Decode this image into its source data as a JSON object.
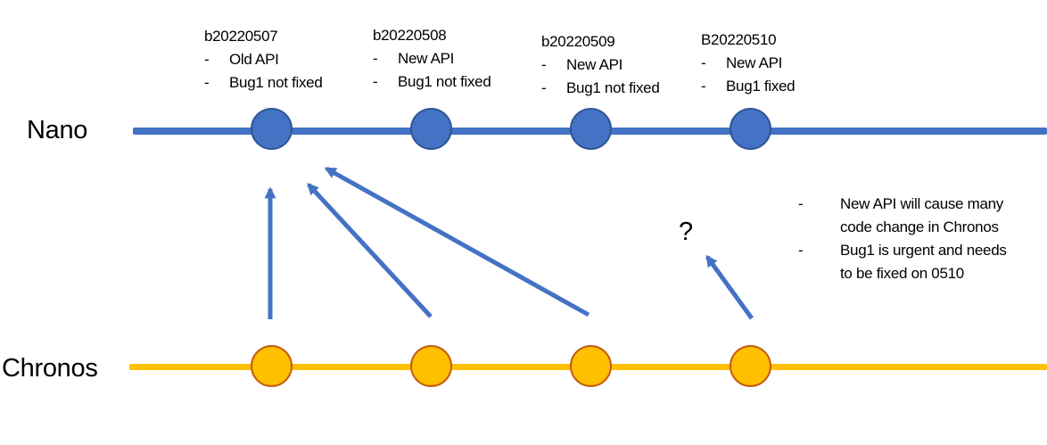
{
  "colors": {
    "nano_accent": "#4472C4",
    "nano_node_border": "#2F5597",
    "chronos_line": "#FFC000",
    "chronos_node_fill": "#FFC000",
    "chronos_node_border": "#C55A11",
    "text": "#000000"
  },
  "bullet_marker": "-",
  "timelines": [
    {
      "name": "Nano"
    },
    {
      "name": "Chronos"
    }
  ],
  "builds": [
    {
      "title": "b20220507",
      "bullets": [
        "Old API",
        "Bug1 not fixed"
      ]
    },
    {
      "title": "b20220508",
      "bullets": [
        "New API",
        "Bug1 not fixed"
      ]
    },
    {
      "title": "b20220509",
      "bullets": [
        "New API",
        "Bug1 not fixed"
      ]
    },
    {
      "title": "B20220510",
      "bullets": [
        "New API",
        "Bug1 fixed"
      ]
    }
  ],
  "question_mark": "?",
  "note": {
    "bullets": [
      {
        "line1": "New API will cause many",
        "line2": "code change in Chronos"
      },
      {
        "line1": "Bug1 is urgent and needs",
        "line2": "to be fixed on 0510"
      }
    ]
  }
}
